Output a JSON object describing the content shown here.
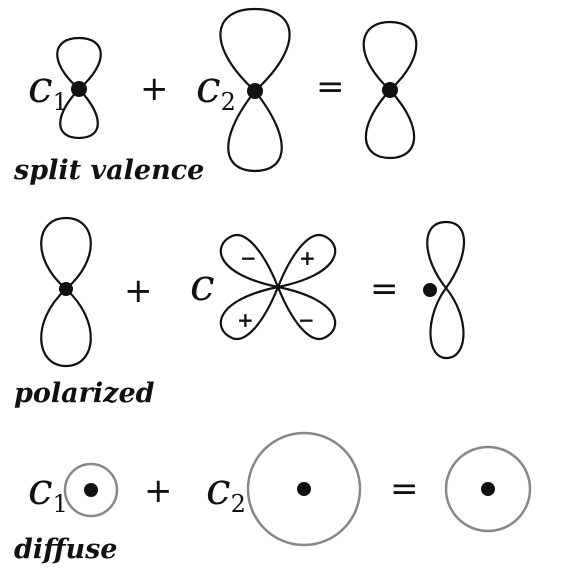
{
  "rows": {
    "split_valence": {
      "label": "split valence",
      "coef1": "c",
      "coef1_sub": "1",
      "coef2": "c",
      "coef2_sub": "2",
      "plus": "+",
      "equals": "="
    },
    "polarized": {
      "label": "polarized",
      "coef": "c",
      "plus": "+",
      "equals": "=",
      "signs": [
        "−",
        "+",
        "+",
        "−"
      ]
    },
    "diffuse": {
      "label": "diffuse",
      "coef1": "c",
      "coef1_sub": "1",
      "coef2": "c",
      "coef2_sub": "2",
      "plus": "+",
      "equals": "="
    }
  },
  "colors": {
    "ink": "#111111",
    "ring": "#888888"
  },
  "icons": [
    "p-orbital-icon",
    "d-orbital-icon",
    "s-orbital-icon",
    "nucleus-dot-icon"
  ]
}
